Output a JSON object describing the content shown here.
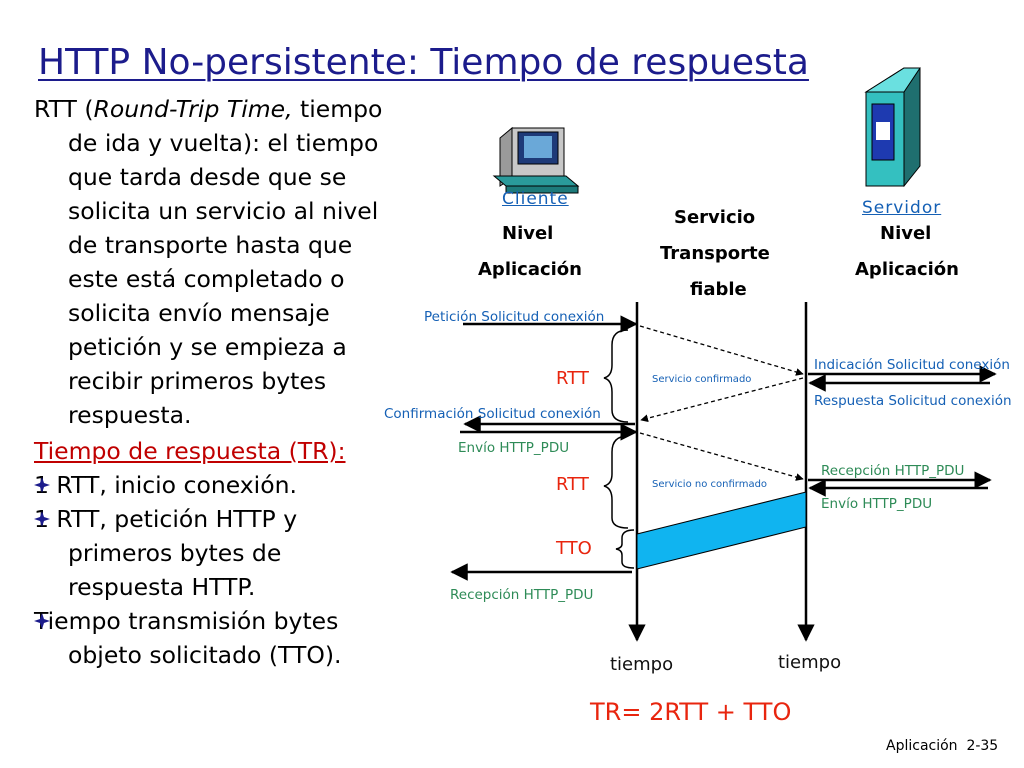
{
  "title": "HTTP No-persistente: Tiempo de respuesta",
  "definition": {
    "prefix": "RTT (",
    "term": "Round-Trip Time,",
    "rest": "tiempo de ida y vuelta): el tiempo que tarda desde que se solicita un servicio al nivel de transporte hasta que este está completado o solicita envío mensaje petición y se empieza a recibir primeros bytes respuesta."
  },
  "tr_heading": "Tiempo de respuesta (TR):",
  "tr_items": [
    "1 RTT, inicio conexión.",
    "1 RTT, petición HTTP y primeros bytes de respuesta HTTP.",
    "Tiempo transmisión bytes objeto solicitado (TTO)."
  ],
  "diagram": {
    "client": {
      "name": "Cliente",
      "level1": "Nivel",
      "level2": "Aplicación"
    },
    "server": {
      "name": "Servidor",
      "level1": "Nivel",
      "level2": "Aplicación"
    },
    "transport": {
      "line1": "Servicio",
      "line2": "Transporte",
      "line3": "fiable"
    },
    "labels": {
      "peticion": "Petición Solicitud conexión",
      "confirmacion": "Confirmación Solicitud conexión",
      "envio_left": "Envío HTTP_PDU",
      "recepcion_left": "Recepción HTTP_PDU",
      "indicacion": "Indicación Solicitud conexión",
      "respuesta": "Respuesta Solicitud conexión",
      "recepcion_right": "Recepción HTTP_PDU",
      "envio_right": "Envío HTTP_PDU",
      "servicio_confirmado": "Servicio confirmado",
      "servicio_no_confirmado": "Servicio no confirmado",
      "rtt1": "RTT",
      "rtt2": "RTT",
      "tto": "TTO",
      "tiempo_left": "tiempo",
      "tiempo_right": "tiempo"
    },
    "formula": "TR= 2RTT + TTO"
  },
  "footer": "Aplicación  2-35",
  "colors": {
    "title": "#1c1c8c",
    "red": "#c00000",
    "blue_label": "#1560b5",
    "green_label": "#2e8b57",
    "cyan_band": "#10b4f0"
  }
}
